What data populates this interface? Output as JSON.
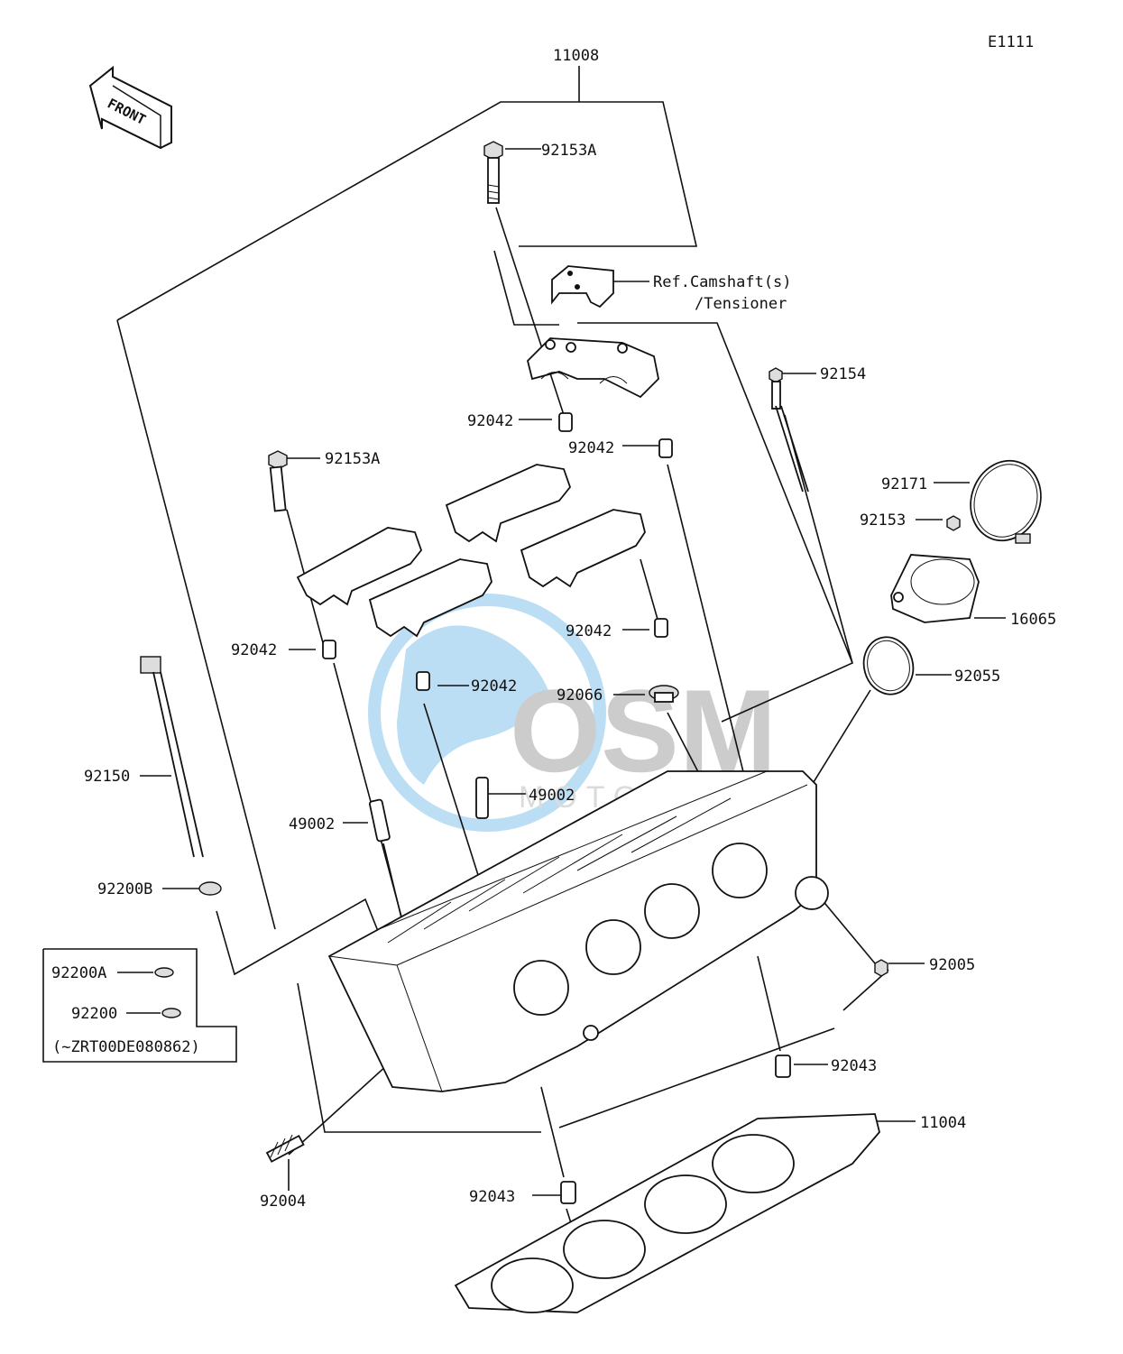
{
  "diagram_code": "E1111",
  "front_label": "FRONT",
  "watermark": {
    "brand": "OSM",
    "subtitle": "MOTORPARTS"
  },
  "reference_note": {
    "line1": "Ref.Camshaft(s)",
    "line2": "/Tensioner"
  },
  "footnote": "(~ZRT00DE080862)",
  "parts": {
    "p11008": "11008",
    "p92153A_top": "92153A",
    "p92153A_mid": "92153A",
    "p92154": "92154",
    "p92042_a": "92042",
    "p92042_b": "92042",
    "p92042_c": "92042",
    "p92042_d": "92042",
    "p92042_e": "92042",
    "p92171": "92171",
    "p92153": "92153",
    "p16065": "16065",
    "p92055": "92055",
    "p92066": "92066",
    "p92150": "92150",
    "p49002_a": "49002",
    "p49002_b": "49002",
    "p92200B": "92200B",
    "p92200A": "92200A",
    "p92200": "92200",
    "p92005": "92005",
    "p92043_a": "92043",
    "p92043_b": "92043",
    "p11004": "11004",
    "p92004": "92004"
  }
}
